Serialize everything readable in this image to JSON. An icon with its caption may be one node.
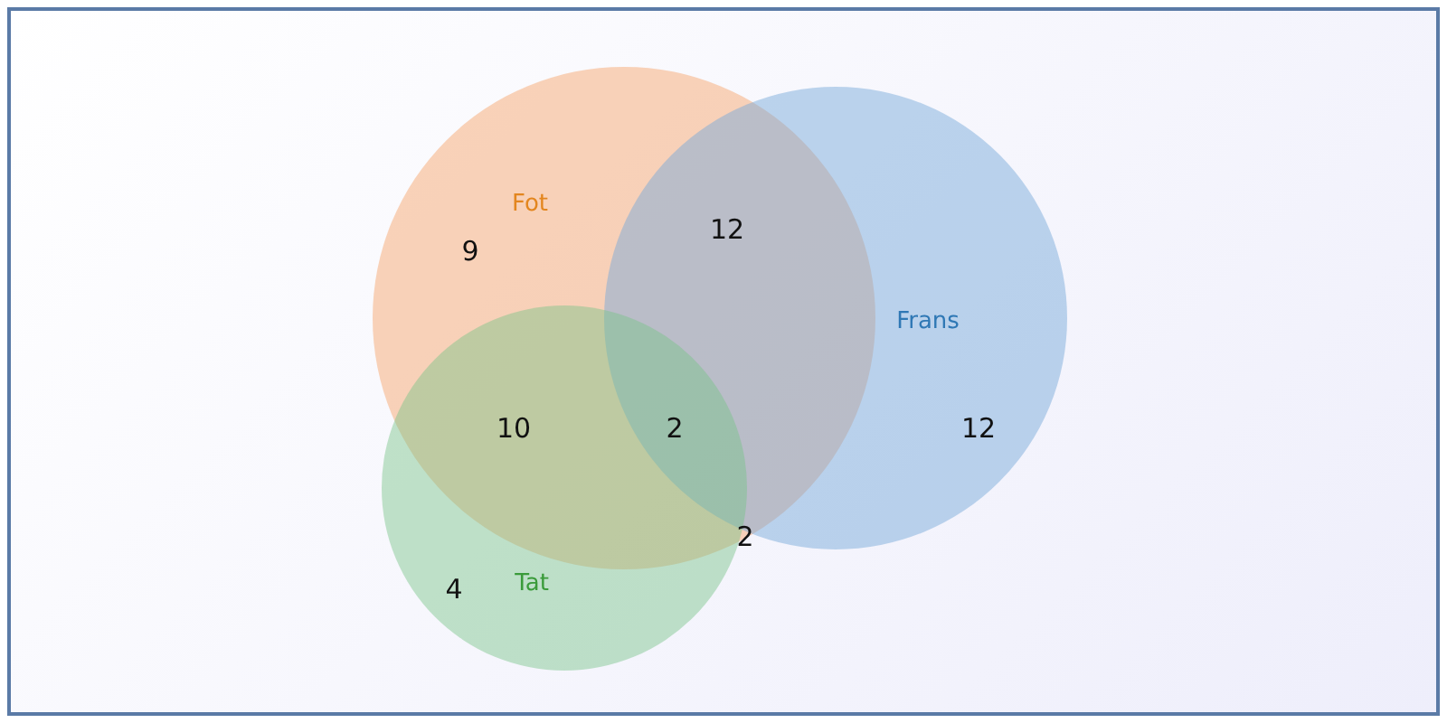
{
  "diagram": {
    "nodes": [
      {
        "text": [
          "Fot"
        ]
      },
      {
        "text": [
          "Frans"
        ]
      },
      {
        "text": [
          "Tat"
        ]
      }
    ],
    "labels": [
      "12",
      "9",
      "10",
      "2",
      "12",
      "2",
      "4"
    ]
  }
}
